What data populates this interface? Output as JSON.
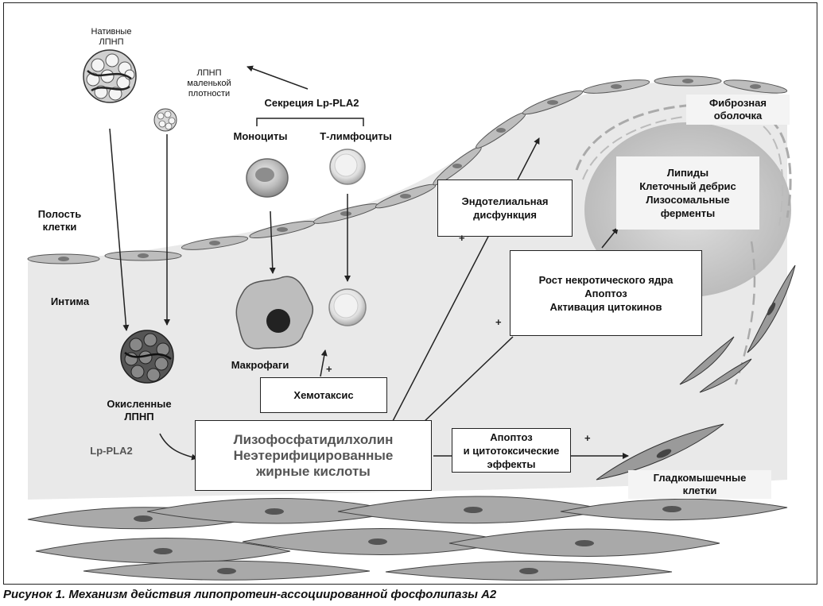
{
  "labels": {
    "native_ldl": "Нативные\nЛПНП",
    "small_ldl": "ЛПНП\nмаленькой\nплотности",
    "secretion": "Секреция Lp-PLA2",
    "monocytes": "Моноциты",
    "t_lymphocytes": "Т-лимфоциты",
    "cell_cavity": "Полость\nклетки",
    "intima": "Интима",
    "macrophages": "Макрофаги",
    "oxidized_ldl": "Окисленные\nЛПНП",
    "lp_pla2": "Lp-PLA2",
    "smooth_muscle": "Гладкомышечные\nклетки",
    "fibrous_cap": "Фиброзная\nоболочка"
  },
  "boxes": {
    "endothelial": "Эндотелиальная\nдисфункция",
    "lipids": "Липиды\nКлеточный дебрис\nЛизосомальные\nферменты",
    "necrotic": "Рост некротического ядра\nАпоптоз\nАктивация цитокинов",
    "chemotaxis": "Хемотаксис",
    "lysophosphatidyl": "Лизофосфатидилхолин\nНеэтерифицированные\nжирные кислоты",
    "apoptosis": "Апоптоз\nи цитотоксические\nэффекты"
  },
  "signs": {
    "plus": "+"
  },
  "caption": "Рисунок 1. Механизм действия липопротеин-ассоциированной фосфолипазы А2"
}
